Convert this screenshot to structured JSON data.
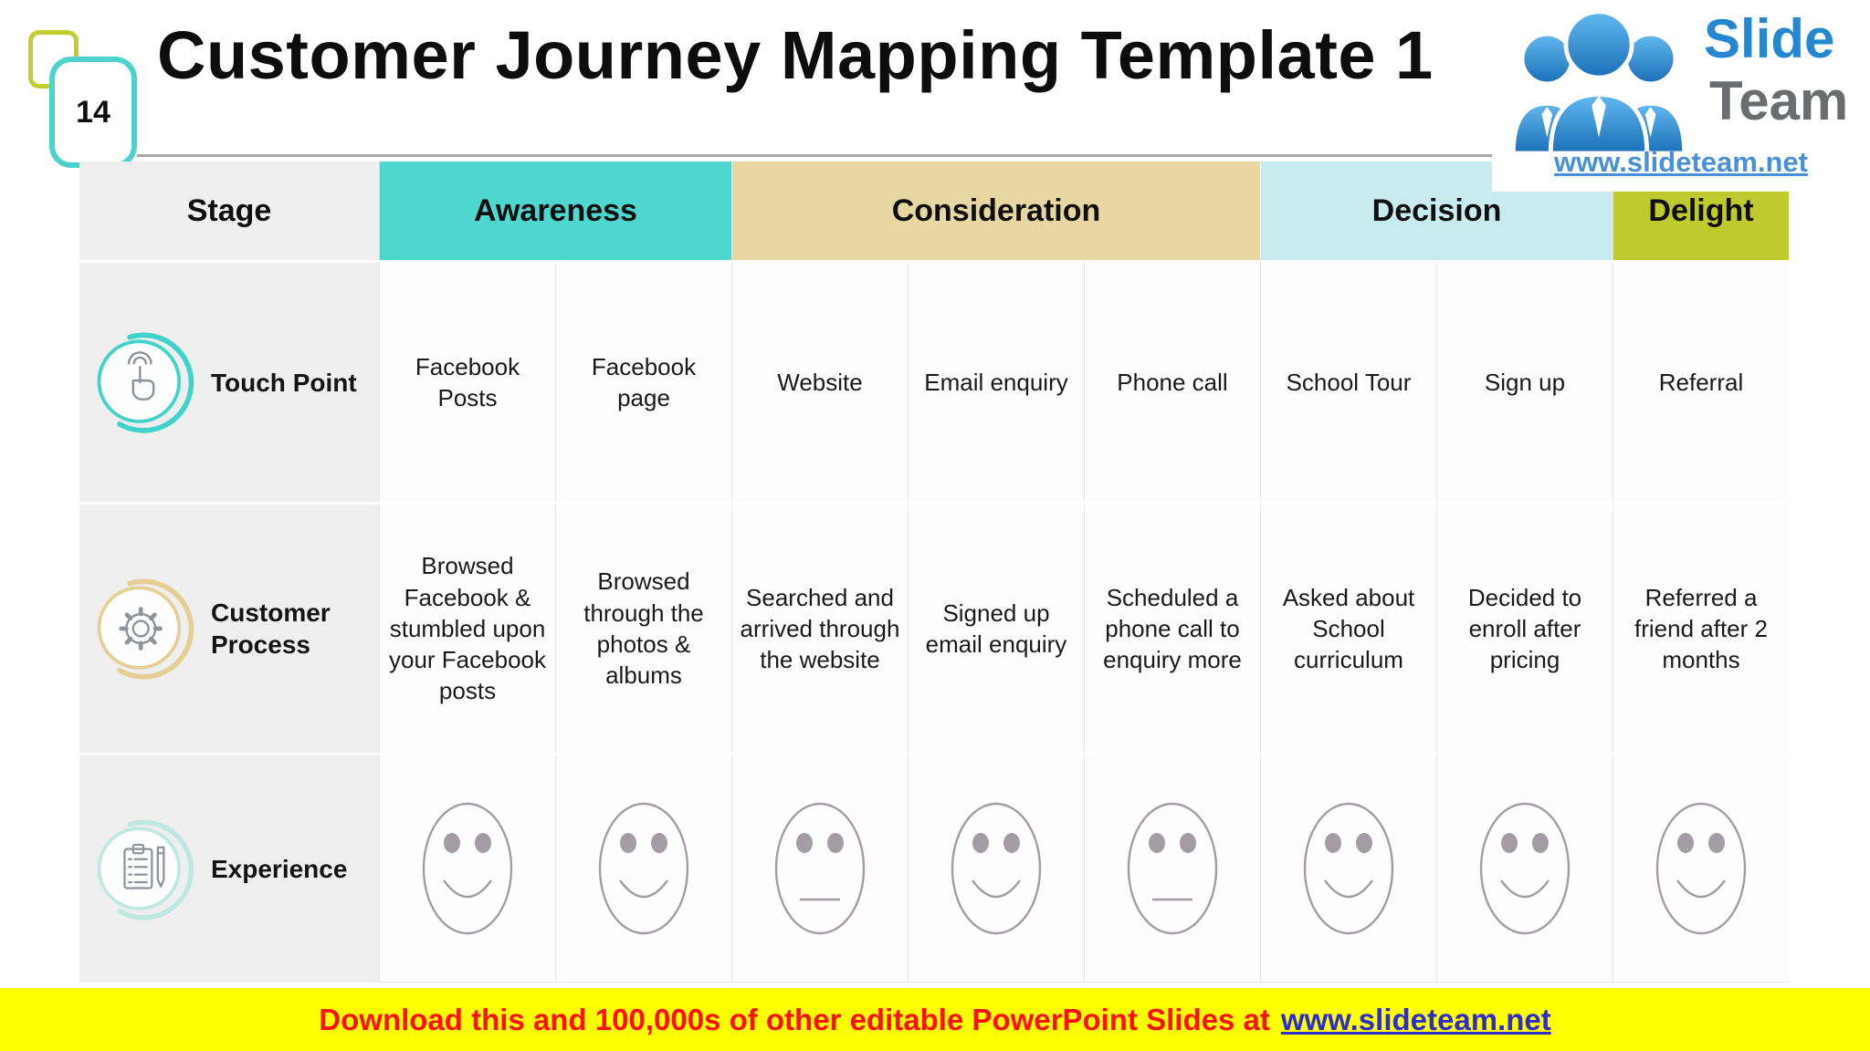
{
  "slide_number": "14",
  "title": "Customer Journey Mapping Template 1",
  "logo": {
    "name_line1": "Slide",
    "name_line2": "Team",
    "website": "www.slideteam.net"
  },
  "header_row": {
    "stage_label": "Stage",
    "stages": [
      {
        "label": "Awareness",
        "color": "#4ed7cf"
      },
      {
        "label": "Consideration",
        "color": "#e8d7a2"
      },
      {
        "label": "Decision",
        "color": "#c7ebee"
      },
      {
        "label": "Delight",
        "color": "#bfca2f"
      }
    ]
  },
  "rows": {
    "touch_point": {
      "label": "Touch Point",
      "cells": [
        "Facebook Posts",
        "Facebook page",
        "Website",
        "Email enquiry",
        "Phone call",
        "School  Tour",
        "Sign up",
        "Referral"
      ]
    },
    "customer_process": {
      "label": "Customer Process",
      "cells": [
        "Browsed Facebook & stumbled upon your Facebook posts",
        "Browsed through the photos & albums",
        "Searched and arrived through the website",
        "Signed up email enquiry",
        "Scheduled a phone call to enquiry more",
        "Asked about School curriculum",
        "Decided to enroll after pricing",
        "Referred a friend after 2 months"
      ]
    },
    "experience": {
      "label": "Experience",
      "moods": [
        "happy",
        "happy",
        "neutral",
        "happy",
        "neutral",
        "happy",
        "happy",
        "happy"
      ]
    }
  },
  "footer": {
    "message": "Download this and 100,000s of other editable PowerPoint Slides at",
    "link": "www.slideteam.net"
  },
  "colors": {
    "awareness_header": "#4ed7cf",
    "consideration_header": "#e8d7a2",
    "decision_header": "#c7ebee",
    "delight_header": "#bfca2f",
    "stage_column_bg": "#f0eff0",
    "banner_bg": "#ffff00",
    "banner_text": "#fb1111",
    "link_blue": "#2d2dcb",
    "touch_ring": "#3ed3cb",
    "process_ring": "#e5cf94",
    "experience_ring": "#bfe9df"
  }
}
